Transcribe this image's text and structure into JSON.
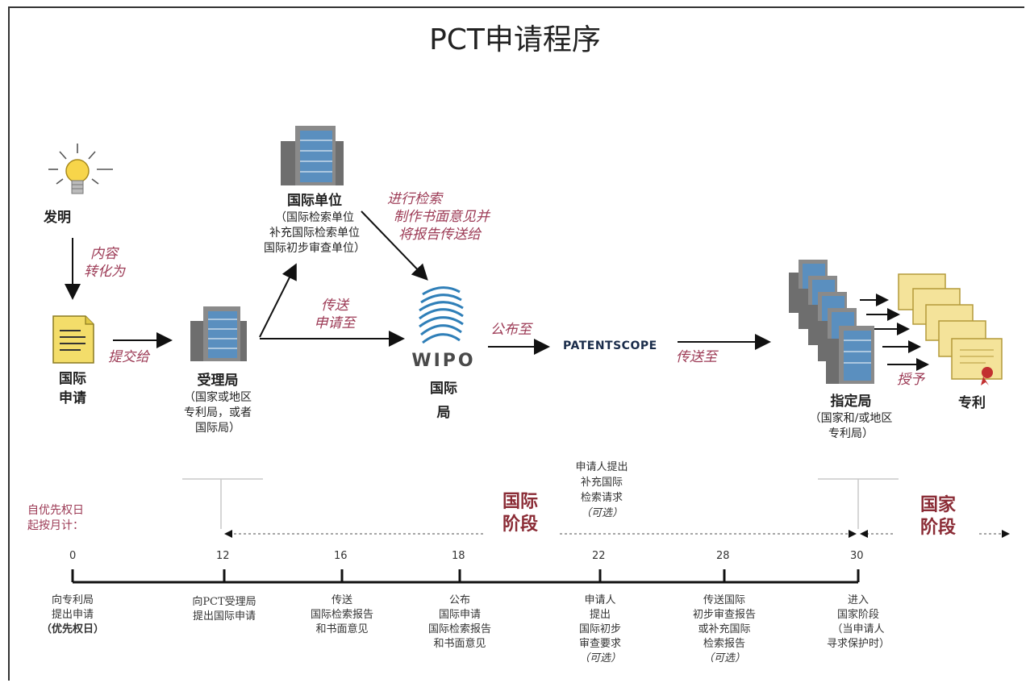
{
  "title": "PCT申请程序",
  "nodes": {
    "invention": "发明",
    "application_line1": "国际",
    "application_line2": "申请",
    "receiving_office": "受理局",
    "receiving_office_sub": [
      "（国家或地区",
      "专利局，或者",
      "国际局）"
    ],
    "intl_authority": "国际单位",
    "intl_authority_sub": [
      "（国际检索单位",
      "补充国际检索单位",
      "国际初步审查单位）"
    ],
    "wipo_logo_text": "WIPO",
    "intl_bureau_line1": "国际",
    "intl_bureau_line2": "局",
    "patentscope": "PATENTSCOPE",
    "designated_office": "指定局",
    "designated_office_sub": [
      "（国家和/或地区",
      "专利局）"
    ],
    "patent": "专利"
  },
  "arrow_labels": {
    "convert": [
      "内容",
      "转化为"
    ],
    "submit": "提交给",
    "transmit": [
      "传送",
      "申请至"
    ],
    "search": [
      "进行检索",
      "制作书面意见并",
      "将报告传送给"
    ],
    "publish": "公布至",
    "transmit_to": "传送至",
    "grant": "授予"
  },
  "phases": {
    "intl": [
      "国际",
      "阶段"
    ],
    "national": [
      "国家",
      "阶段"
    ],
    "priority_note": [
      "自优先权日",
      "起按月计："
    ],
    "supplementary_note": [
      "申请人提出",
      "补充国际",
      "检索请求",
      "（可选）"
    ]
  },
  "timeline": {
    "ticks": [
      "0",
      "12",
      "16",
      "18",
      "22",
      "28",
      "30"
    ],
    "events": [
      [
        "向专利局",
        "提出申请",
        "（优先权日）"
      ],
      [
        "向PCT受理局",
        "提出国际申请"
      ],
      [
        "传送",
        "国际检索报告",
        "和书面意见"
      ],
      [
        "公布",
        "国际申请",
        "国际检索报告",
        "和书面意见"
      ],
      [
        "申请人",
        "提出",
        "国际初步",
        "审查要求",
        "（可选）"
      ],
      [
        "传送国际",
        "初步审查报告",
        "或补充国际",
        "检索报告",
        "（可选）"
      ],
      [
        "进入",
        "国家阶段",
        "（当申请人",
        "寻求保护时）"
      ]
    ]
  },
  "colors": {
    "label_red": "#9c3a55",
    "phase_red": "#8a2b35",
    "building_blue": "#5a8fbf",
    "doc_yellow": "#f3dd6a"
  }
}
